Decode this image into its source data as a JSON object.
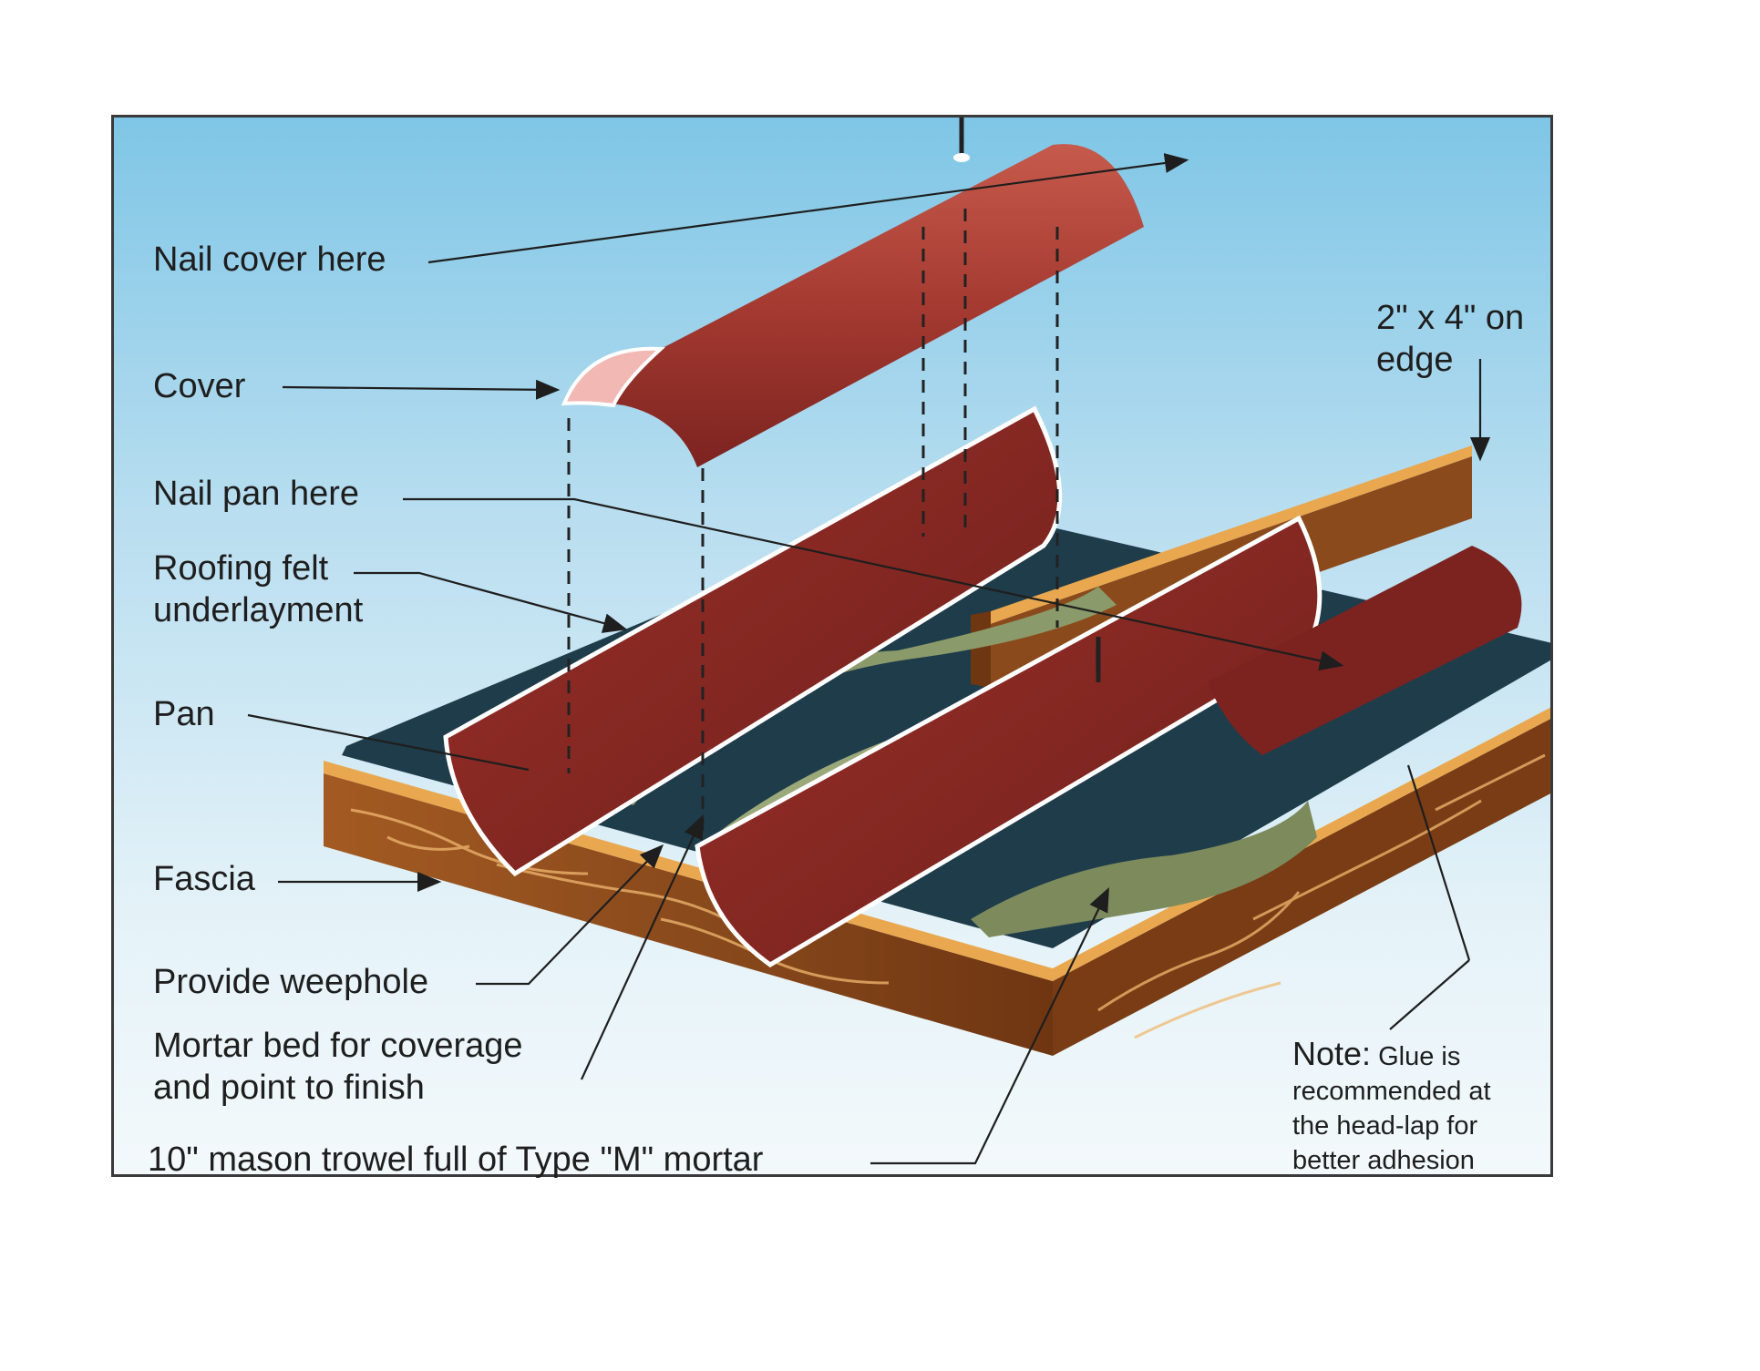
{
  "labels": {
    "nail_cover": "Nail cover here",
    "cover": "Cover",
    "nail_pan": "Nail pan here",
    "felt": "Roofing felt\nunderlayment",
    "pan": "Pan",
    "fascia": "Fascia",
    "weephole": "Provide weephole",
    "mortar_bed": "Mortar bed for coverage\nand point to finish",
    "trowel": "10\" mason trowel full of Type \"M\" mortar",
    "two_by_four": "2\" x 4\" on\nedge",
    "note_heading": "Note:",
    "note_body": " Glue is\nrecommended at\nthe head-lap for\nbetter adhesion"
  },
  "colors": {
    "sky_top": "#7fc6e6",
    "tile": "#8e2a25",
    "tile_light": "#b84a3e",
    "cover_inner": "#f2b8b4",
    "felt": "#1f3c4a",
    "mortar": "#8a9a6a",
    "wood": "#8a4a1c",
    "wood_edge": "#e9a850"
  }
}
